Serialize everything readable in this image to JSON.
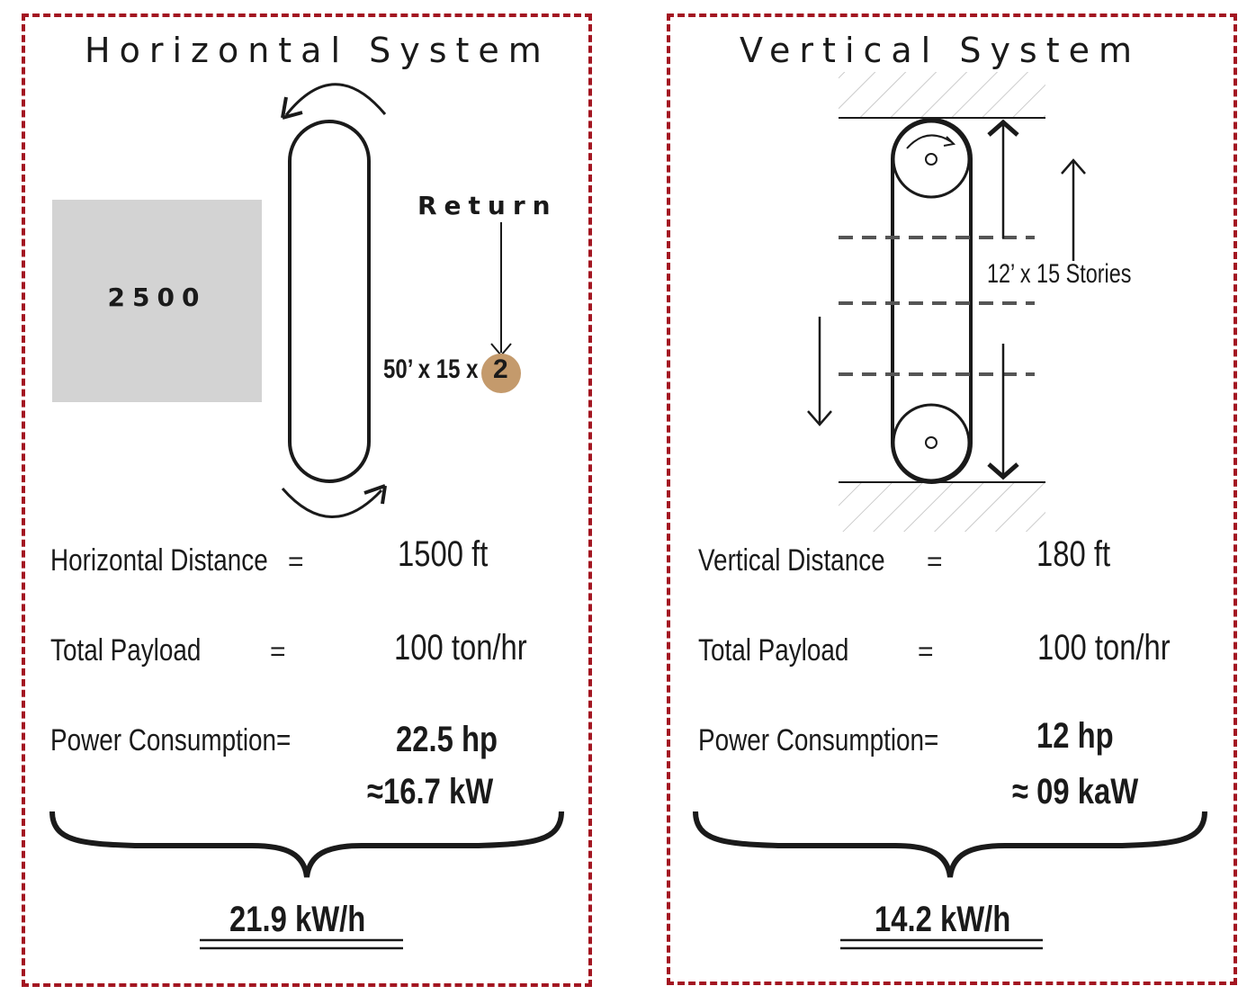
{
  "horizontal": {
    "title": "Horizontal System",
    "box_label": "2500",
    "return_label": "Return",
    "dimension_text": "50’ x 15 x",
    "dimension_multiplier": "2",
    "rows": [
      {
        "label": "Horizontal Distance",
        "eq": "=",
        "value": "1500 ft"
      },
      {
        "label": "Total Payload",
        "eq": "=",
        "value": "100 ton/hr"
      },
      {
        "label": "Power Consumption=",
        "eq": "",
        "value": "22.5 hp"
      }
    ],
    "approx_value": "≈16.7 kW",
    "total": "21.9 kW/h"
  },
  "vertical": {
    "title": "Vertical System",
    "stories_label": "12’ x 15 Stories",
    "rows": [
      {
        "label": "Vertical Distance",
        "eq": "=",
        "value": "180 ft"
      },
      {
        "label": "Total Payload",
        "eq": "=",
        "value": "100 ton/hr"
      },
      {
        "label": "Power Consumption=",
        "eq": "",
        "value": "12 hp"
      }
    ],
    "approx_value": "≈ 09 kaW",
    "total": "14.2 kW/h"
  },
  "colors": {
    "border": "#a31621",
    "accent_circle": "#c49a6c",
    "box_fill": "#d3d3d3",
    "ink": "#1a1a1a"
  }
}
